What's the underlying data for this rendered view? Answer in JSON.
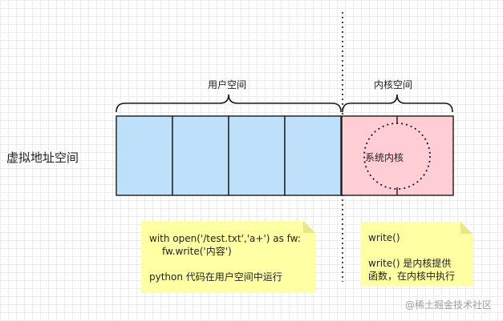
{
  "labels": {
    "virtual_space": "虚拟地址空间",
    "user_space": "用户空间",
    "kernel_space": "内核空间",
    "kernel_core": "系统内核"
  },
  "notes": {
    "python": {
      "line1": "with open('/test.txt','a+') as fw:",
      "line2": "fw.write('内容')",
      "line3": "python 代码在用户空间中运行"
    },
    "kernel": {
      "line1": "write()",
      "line2": "write() 是内核提供",
      "line3": "函数，在内核中执行"
    }
  },
  "watermark": "@稀土掘金技术社区",
  "colors": {
    "user_fill": "#bfe0fb",
    "kernel_fill": "#ffcdd4",
    "note_fill": "#ffffa3",
    "stroke": "#1a1a1a"
  }
}
